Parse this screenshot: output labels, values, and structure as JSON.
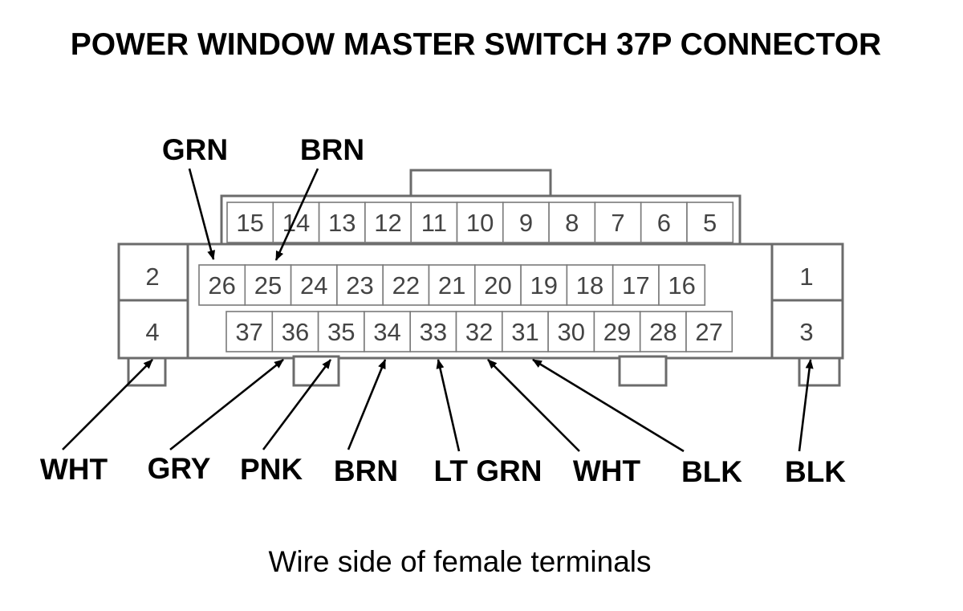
{
  "title": "POWER WINDOW MASTER SWITCH 37P CONNECTOR",
  "caption": "Wire side of female terminals",
  "wire_labels": {
    "top_grn": "GRN",
    "top_brn": "BRN",
    "pin37": "WHT",
    "pin36": "GRY",
    "pin35": "PNK",
    "pin34": "BRN",
    "pin33": "LT GRN",
    "pin32": "WHT",
    "pin31": "BLK",
    "pin3": "BLK"
  },
  "pins": {
    "row_top": [
      "15",
      "14",
      "13",
      "12",
      "11",
      "10",
      "9",
      "8",
      "7",
      "6",
      "5"
    ],
    "row_mid": [
      "26",
      "25",
      "24",
      "23",
      "22",
      "21",
      "20",
      "19",
      "18",
      "17",
      "16"
    ],
    "row_bot": [
      "37",
      "36",
      "35",
      "34",
      "33",
      "32",
      "31",
      "30",
      "29",
      "28",
      "27"
    ],
    "left": [
      "2",
      "4"
    ],
    "right": [
      "1",
      "3"
    ]
  }
}
